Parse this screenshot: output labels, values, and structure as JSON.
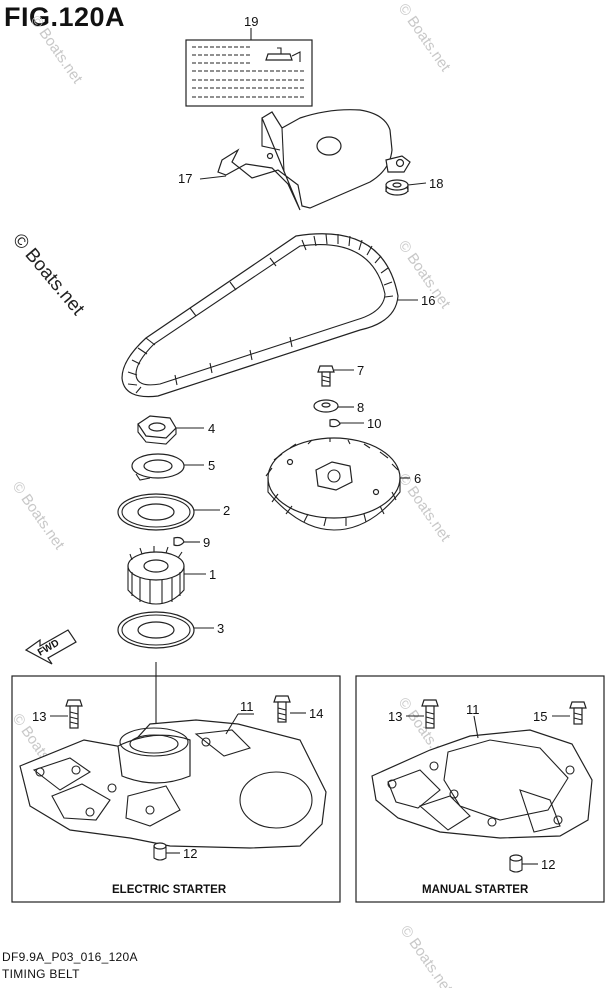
{
  "figure": {
    "title": "FIG.120A",
    "code": "DF9.9A_P03_016_120A",
    "name": "TIMING BELT"
  },
  "watermark": "© Boats.net",
  "panels": {
    "electric": {
      "caption": "ELECTRIC STARTER"
    },
    "manual": {
      "caption": "MANUAL STARTER"
    }
  },
  "callouts": {
    "c19": "19",
    "c17": "17",
    "c18": "18",
    "c16": "16",
    "c7": "7",
    "c8": "8",
    "c10": "10",
    "c4": "4",
    "c5": "5",
    "c6": "6",
    "c2": "2",
    "c9": "9",
    "c1": "1",
    "c3": "3",
    "c11e": "11",
    "c13e": "13",
    "c14": "14",
    "c12e": "12",
    "c13m": "13",
    "c11m": "11",
    "c15": "15",
    "c12m": "12"
  },
  "fwd_label": "FWD",
  "colors": {
    "ink": "#222222",
    "paper": "#ffffff",
    "watermark": "#c8c8c8"
  }
}
